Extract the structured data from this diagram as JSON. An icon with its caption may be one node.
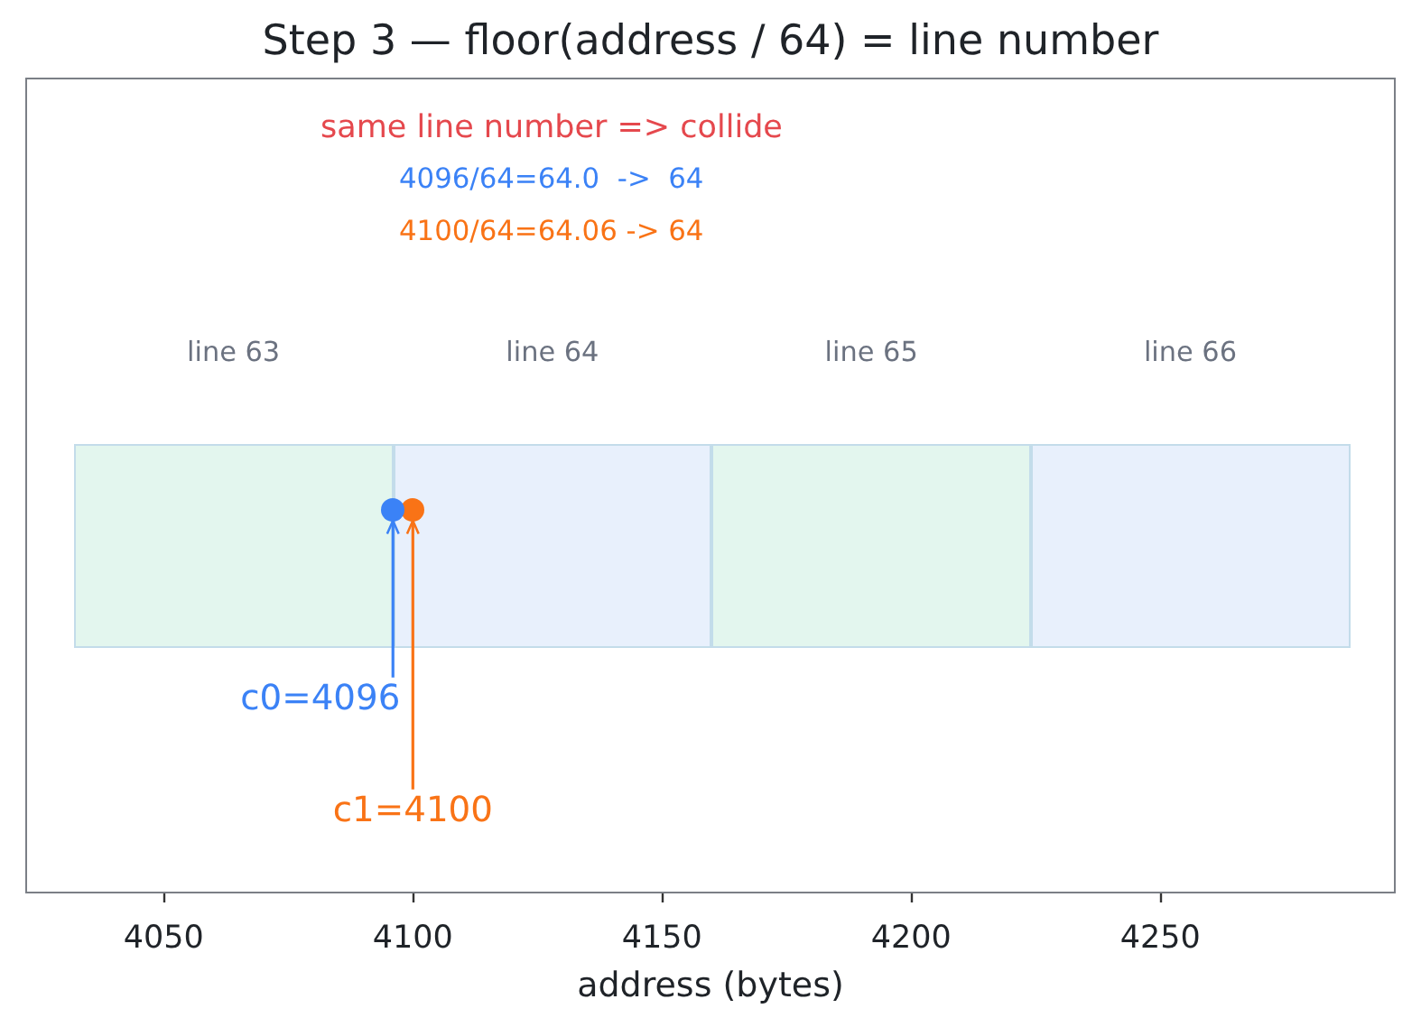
{
  "diagram": {
    "title": "Step 3 — floor(address / 64) = line number",
    "nodes": [
      {
        "text": [
          "line 63"
        ]
      },
      {
        "text": [
          "line 64"
        ]
      },
      {
        "text": [
          "line 65"
        ]
      },
      {
        "text": [
          "line 66"
        ]
      },
      {
        "text": [],
        "shape": "circle"
      },
      {
        "text": [],
        "shape": "circle",
        "in": 1
      },
      {
        "text": [
          "c0=4096"
        ]
      },
      {
        "text": [
          "c1=4100"
        ]
      }
    ],
    "edges": [
      {
        "from": 6,
        "to": 4,
        "arrow": "to",
        "color": "#3b82f6"
      },
      {
        "from": 7,
        "to": 5,
        "arrow": "to",
        "color": "#f97316"
      }
    ],
    "labels": [
      "same line number => collide",
      "4096/64=64.0  ->  64",
      "4100/64=64.06 -> 64",
      "4050",
      "4100",
      "4150",
      "4200",
      "4250",
      "address (bytes)"
    ]
  }
}
